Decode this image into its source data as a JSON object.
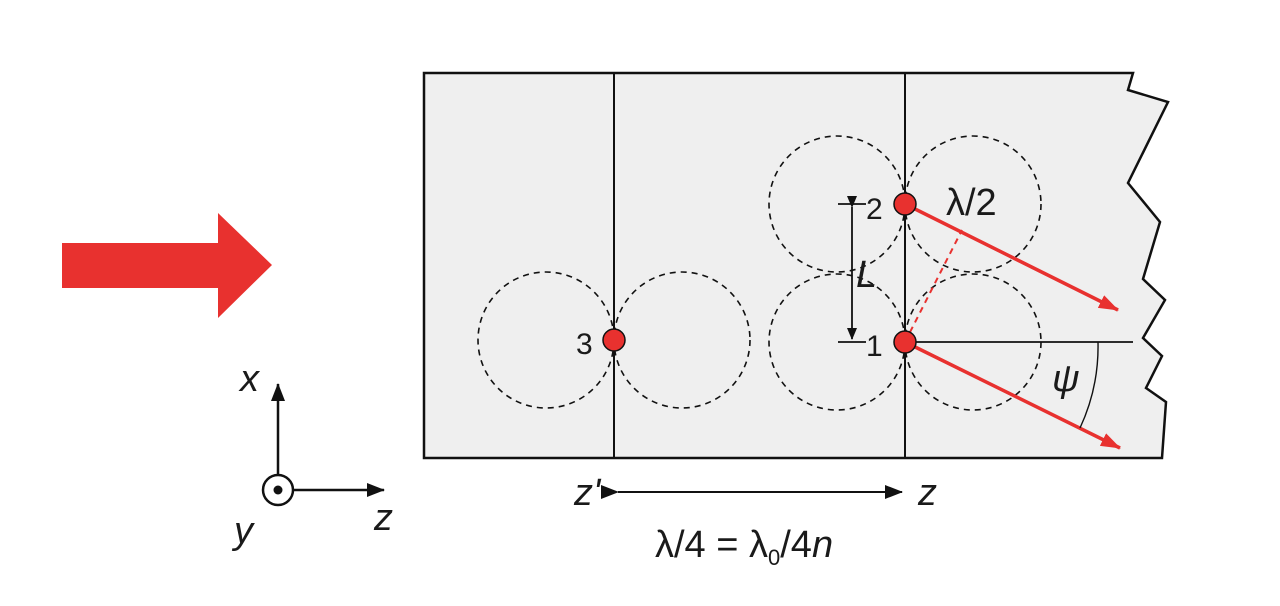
{
  "colors": {
    "accent": "#e8312f",
    "panel": "#efefef",
    "stroke": "#111111"
  },
  "labels": {
    "atom_1": "1",
    "atom_2": "2",
    "atom_3": "3",
    "lambda_half": "λ/2",
    "L": "L",
    "psi": "ψ",
    "z_prime": "z'",
    "z": "z",
    "spacing_main": "λ/4 = λ",
    "spacing_sub": "0",
    "spacing_tail": "/4",
    "spacing_n": "n"
  },
  "axes": {
    "x": "x",
    "y": "y",
    "z": "z"
  }
}
